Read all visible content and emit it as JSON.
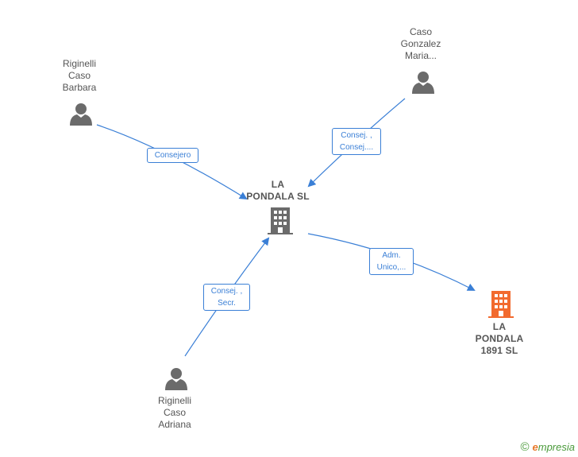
{
  "nodes": {
    "riginelli_barbara": {
      "label": "Riginelli\nCaso\nBarbara",
      "type": "person"
    },
    "caso_gonzalez": {
      "label": "Caso\nGonzalez\nMaria...",
      "type": "person"
    },
    "la_pondala": {
      "label": "LA\nPONDALA  SL",
      "type": "company"
    },
    "la_pondala_1891": {
      "label": "LA\nPONDALA\n1891  SL",
      "type": "company"
    },
    "riginelli_adriana": {
      "label": "Riginelli\nCaso\nAdriana",
      "type": "person"
    }
  },
  "edges": {
    "barbara_to_pondala": "Consejero",
    "gonzalez_to_pondala": "Consej. ,\nConsej....",
    "pondala_to_1891": "Adm.\nUnico,...",
    "adriana_to_pondala": "Consej. ,\nSecr."
  },
  "colors": {
    "edge": "#3a7fd6",
    "icon": "#6b6b6b",
    "highlight_company": "#f26a2e",
    "brand": "#4a9a3a"
  },
  "branding": {
    "copyright": "©",
    "initial": "e",
    "name": "mpresia"
  }
}
